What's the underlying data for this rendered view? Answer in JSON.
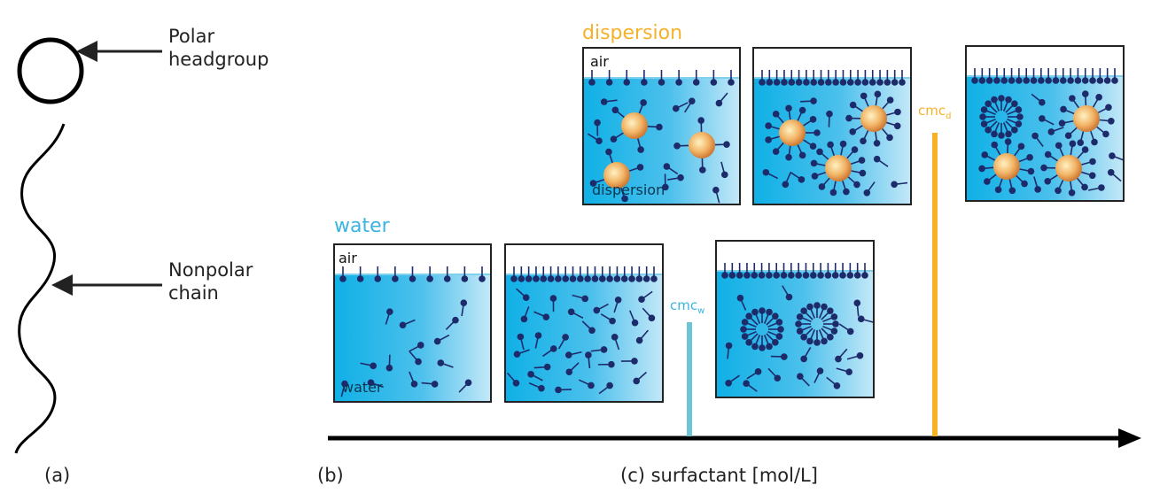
{
  "panel_a": {
    "headgroup_label_line1": "Polar",
    "headgroup_label_line2": "headgroup",
    "chain_label_line1": "Nonpolar",
    "chain_label_line2": "chain",
    "tag": "(a)"
  },
  "panel_b": {
    "tag": "(b)"
  },
  "axis": {
    "label": "(c) surfactant [mol/L]"
  },
  "water_row": {
    "title": "water",
    "air_label": "air",
    "medium_label": "water",
    "cmc_label": "cmc",
    "cmc_sub": "w",
    "color": "#3ab4e2",
    "cmc_color": "#6cc4d4"
  },
  "dispersion_row": {
    "title": "dispersion",
    "air_label": "air",
    "medium_label": "dispersion",
    "cmc_label": "cmc",
    "cmc_sub": "d",
    "color": "#f5b12a",
    "cmc_color": "#f7b125"
  },
  "colors": {
    "molecule": "#1d2b6b",
    "water_dark": "#12b2e6",
    "water_light": "#bfe6f8"
  }
}
